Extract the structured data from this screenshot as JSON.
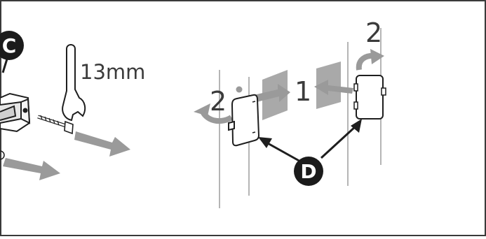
{
  "illustration": {
    "badge_c": "C",
    "badge_d": "D",
    "wrench_size": "13mm",
    "step_1": "1",
    "step_2_left": "2",
    "step_2_right": "2"
  },
  "colors": {
    "frame": "#3a3a3a",
    "line": "#1e1e1e",
    "arrow_gray": "#9a9a9a",
    "panel_gray": "#a9a9a9",
    "wall_line": "#b5b5b5",
    "badge_fill": "#1b1b1b"
  },
  "icons": [
    "wrench-icon",
    "bolt-icon",
    "bracket-icon",
    "cover-plate-icon",
    "rotate-arrow-icon",
    "push-arrow-icon"
  ]
}
